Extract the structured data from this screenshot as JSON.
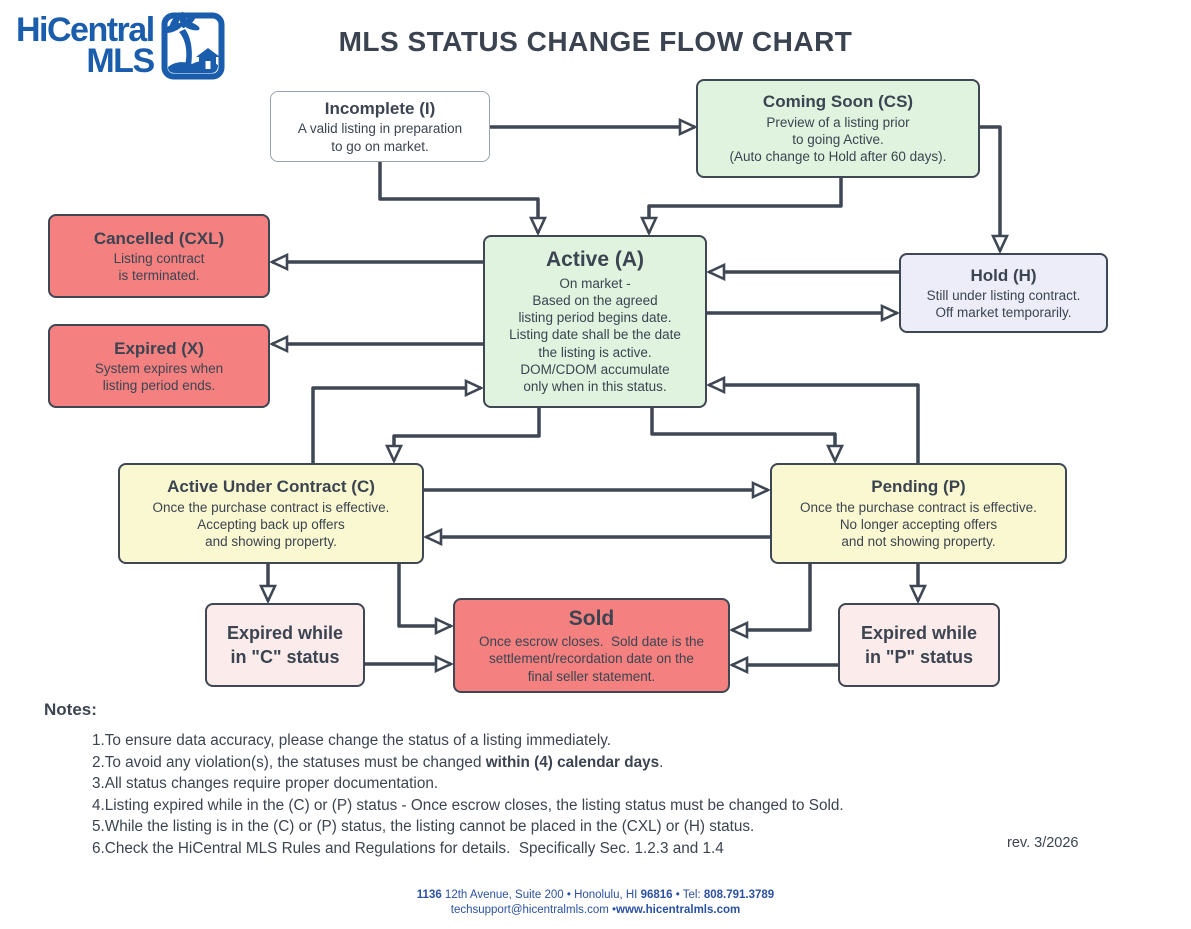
{
  "header": {
    "logo": {
      "line1": "HiCentral",
      "line2": "MLS",
      "badge_icon": "palm-tree-house-icon"
    },
    "title": "MLS STATUS CHANGE FLOW CHART"
  },
  "colors": {
    "line": "#3E4753",
    "green": "#DFF3DF",
    "salmon": "#F58080",
    "yellow": "#FAF8D0",
    "lavender": "#EDEDFA",
    "pink": "#FBEBEB",
    "logo_blue": "#1A5DAD",
    "footer_blue": "#2B51A3"
  },
  "nodes": {
    "incomplete": {
      "title": "Incomplete (I)",
      "body": "A valid listing in preparation\nto go on market."
    },
    "coming_soon": {
      "title": "Coming Soon (CS)",
      "body": "Preview of a listing prior\nto going Active.\n(Auto change to Hold after 60 days)."
    },
    "cancelled": {
      "title": "Cancelled (CXL)",
      "body": "Listing contract\nis terminated."
    },
    "expired": {
      "title": "Expired (X)",
      "body": "System expires when\nlisting period ends."
    },
    "active": {
      "title": "Active (A)",
      "body": "On market -\nBased on the agreed\nlisting period begins date.\nListing date shall be the date\nthe listing is active.\nDOM/CDOM accumulate\nonly when in this status."
    },
    "hold": {
      "title": "Hold (H)",
      "body": "Still under listing contract.\nOff market temporarily."
    },
    "under_contract": {
      "title": "Active Under Contract (C)",
      "body": "Once the purchase contract is effective.\nAccepting back up offers\nand showing property."
    },
    "pending": {
      "title": "Pending (P)",
      "body": "Once the purchase contract is effective.\nNo longer accepting offers\nand not showing property."
    },
    "expired_c": {
      "title": "Expired while\nin \"C\" status",
      "body": ""
    },
    "sold": {
      "title": "Sold",
      "body": "Once escrow closes.  Sold date is the\nsettlement/recordation date on the\nfinal seller statement."
    },
    "expired_p": {
      "title": "Expired while\nin \"P\" status",
      "body": ""
    }
  },
  "connections": [
    {
      "from": "Incomplete (I)",
      "to": "Coming Soon (CS)"
    },
    {
      "from": "Incomplete (I)",
      "to": "Active (A)"
    },
    {
      "from": "Coming Soon (CS)",
      "to": "Active (A)"
    },
    {
      "from": "Coming Soon (CS)",
      "to": "Hold (H)"
    },
    {
      "from": "Hold (H)",
      "to": "Active (A)"
    },
    {
      "from": "Active (A)",
      "to": "Hold (H)"
    },
    {
      "from": "Active (A)",
      "to": "Cancelled (CXL)"
    },
    {
      "from": "Active (A)",
      "to": "Expired (X)"
    },
    {
      "from": "Active Under Contract (C)",
      "to": "Active (A)"
    },
    {
      "from": "Pending (P)",
      "to": "Active (A)"
    },
    {
      "from": "Active (A)",
      "to": "Active Under Contract (C)"
    },
    {
      "from": "Active (A)",
      "to": "Pending (P)"
    },
    {
      "from": "Active Under Contract (C)",
      "to": "Pending (P)"
    },
    {
      "from": "Pending (P)",
      "to": "Active Under Contract (C)"
    },
    {
      "from": "Active Under Contract (C)",
      "to": "Sold"
    },
    {
      "from": "Active Under Contract (C)",
      "to": "Expired while in \"C\" status"
    },
    {
      "from": "Expired while in \"C\" status",
      "to": "Sold"
    },
    {
      "from": "Pending (P)",
      "to": "Sold"
    },
    {
      "from": "Pending (P)",
      "to": "Expired while in \"P\" status"
    },
    {
      "from": "Expired while in \"P\" status",
      "to": "Sold"
    }
  ],
  "notes": {
    "heading": "Notes:",
    "items": [
      {
        "prefix": "To ensure data accuracy, please change the status of a listing immediately.",
        "bold": "",
        "suffix": ""
      },
      {
        "prefix": "To avoid any violation(s), the statuses must be changed ",
        "bold": "within (4) calendar days",
        "suffix": "."
      },
      {
        "prefix": "All status changes require proper documentation.",
        "bold": "",
        "suffix": ""
      },
      {
        "prefix": "Listing expired while in the (C) or (P) status - Once escrow closes, the listing status must be changed to Sold.",
        "bold": "",
        "suffix": ""
      },
      {
        "prefix": "While the listing is in the (C) or (P) status, the listing cannot be placed in the (CXL) or (H) status.",
        "bold": "",
        "suffix": ""
      },
      {
        "prefix": "Check the HiCentral MLS Rules and Regulations for details.  Specifically Sec. 1.2.3 and 1.4",
        "bold": "",
        "suffix": ""
      }
    ],
    "revision": "rev. 3/2026"
  },
  "footer": {
    "addr_num": "1136",
    "addr_mid": " 12th Avenue, Suite 200 • Honolulu, HI ",
    "addr_zip": "96816",
    "addr_tel_label": " • Tel: ",
    "addr_tel": "808.791.3789",
    "email": "techsupport@hicentralmls.com",
    "dot": " •",
    "website": "www.hicentralmls.com"
  }
}
